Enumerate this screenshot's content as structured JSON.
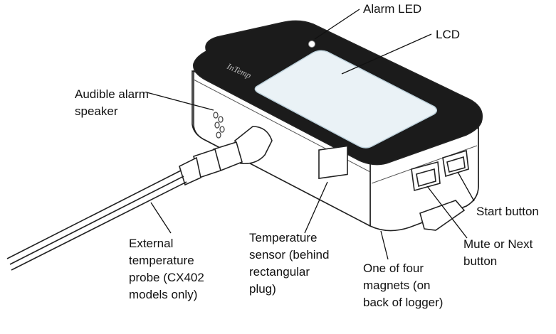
{
  "diagram": {
    "device_brand": "InTemp",
    "callouts": {
      "alarm_led": "Alarm LED",
      "lcd": "LCD",
      "speaker": [
        "Audible alarm",
        "speaker"
      ],
      "probe": [
        "External",
        "temperature",
        "probe (CX402",
        "models only)"
      ],
      "sensor": [
        "Temperature",
        "sensor (behind",
        "rectangular",
        "plug)"
      ],
      "magnets": [
        "One of four",
        "magnets (on",
        "back of logger)"
      ],
      "start_button": "Start button",
      "mute_button": [
        "Mute or Next",
        "button"
      ]
    }
  }
}
